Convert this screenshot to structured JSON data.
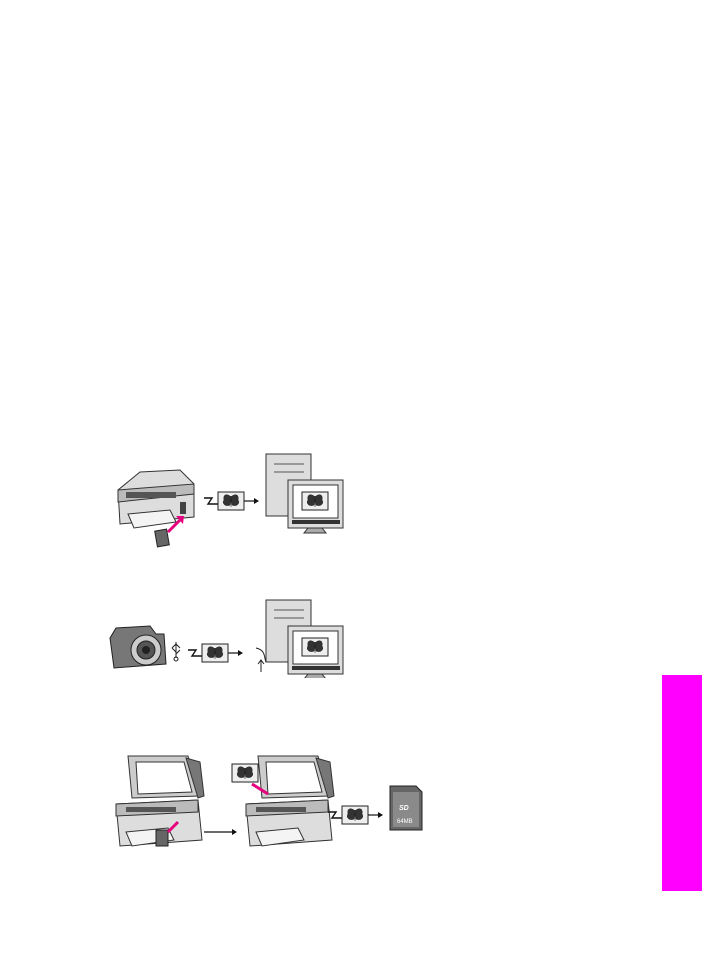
{
  "page": {
    "side_tab": {
      "color": "#ff00ff"
    },
    "figures": [
      {
        "name": "memory-card-to-computer",
        "icons": [
          "printer-icon",
          "memory-card-icon",
          "transfer-arrow-icon",
          "butterfly-photo-icon",
          "computer-icon"
        ]
      },
      {
        "name": "camera-to-computer",
        "icons": [
          "camera-icon",
          "usb-icon",
          "transfer-arrow-icon",
          "butterfly-photo-icon",
          "computer-icon"
        ]
      },
      {
        "name": "scan-to-memory-card",
        "icons": [
          "printer-open-lid-icon",
          "arrow-icon",
          "butterfly-photo-icon",
          "transfer-arrow-icon",
          "sd-card-icon"
        ]
      }
    ],
    "sd_card_logo": "SD 64MB",
    "accent_color": "#e6007e"
  }
}
